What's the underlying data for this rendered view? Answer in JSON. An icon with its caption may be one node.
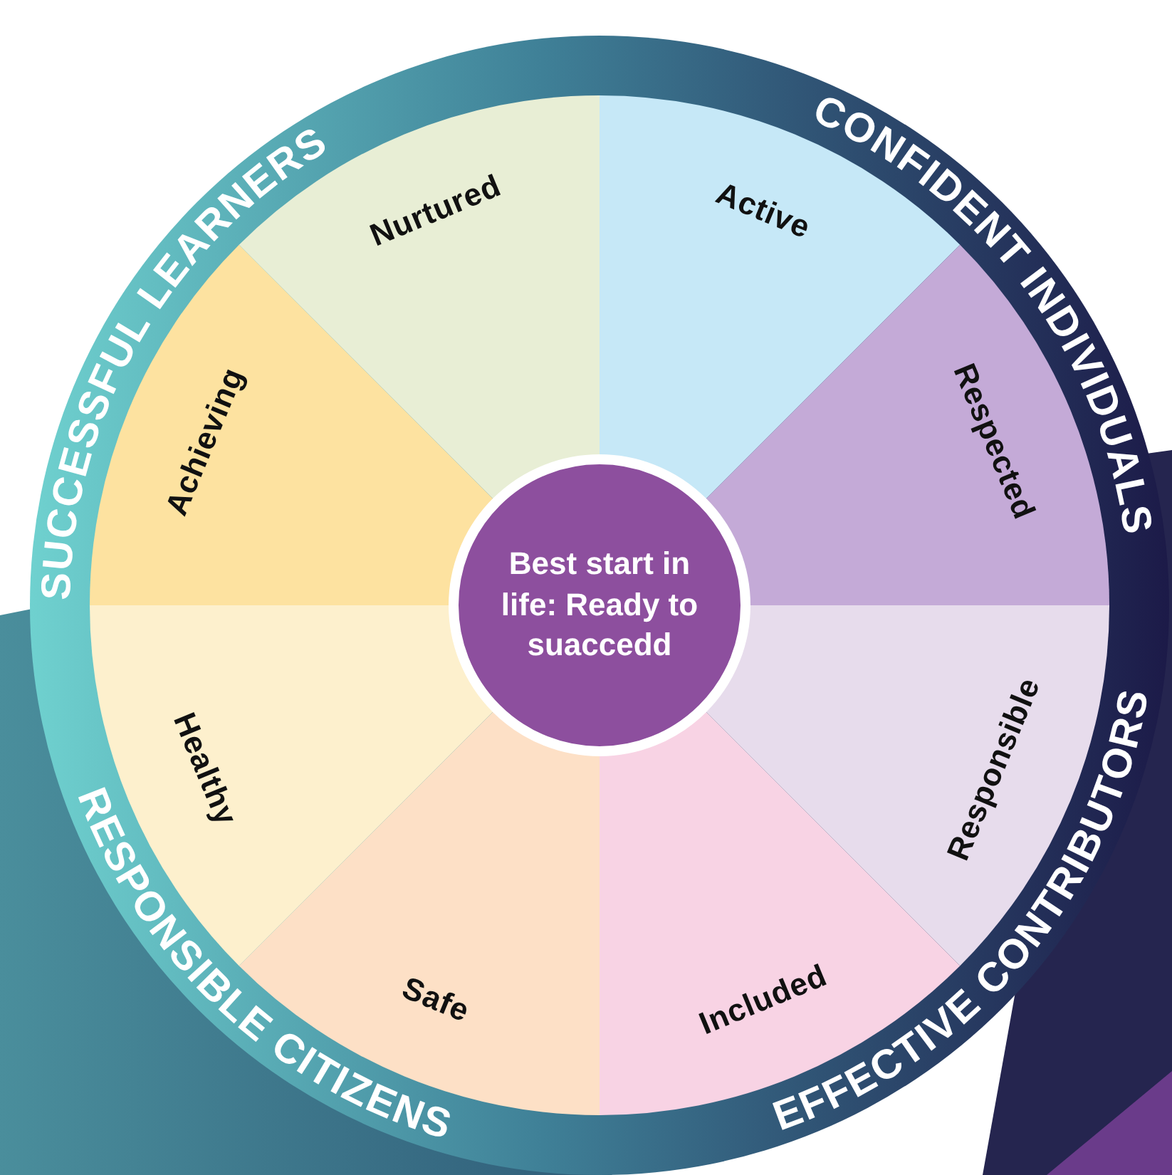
{
  "diagram": {
    "nodes": [
      {
        "text": [
          "SUCCESSFUL LEARNERS",
          "CONFIDENT INDIVIDUALS",
          "RESPONSIBLE CITIZENS",
          "EFFECTIVE CONTRIBUTORS"
        ]
      },
      {
        "text": [
          "Active"
        ],
        "in": 0
      },
      {
        "text": [
          "Respected"
        ],
        "in": 0
      },
      {
        "text": [
          "Responsible"
        ],
        "in": 0
      },
      {
        "text": [
          "Included"
        ],
        "in": 0
      },
      {
        "text": [
          "Safe"
        ],
        "in": 0
      },
      {
        "text": [
          "Healthy"
        ],
        "in": 0
      },
      {
        "text": [
          "Achieving"
        ],
        "in": 0
      },
      {
        "text": [
          "Nurtured"
        ],
        "in": 0
      },
      {
        "text": [
          "Best start in life: Ready to suaccedd"
        ],
        "in": 0
      }
    ]
  }
}
